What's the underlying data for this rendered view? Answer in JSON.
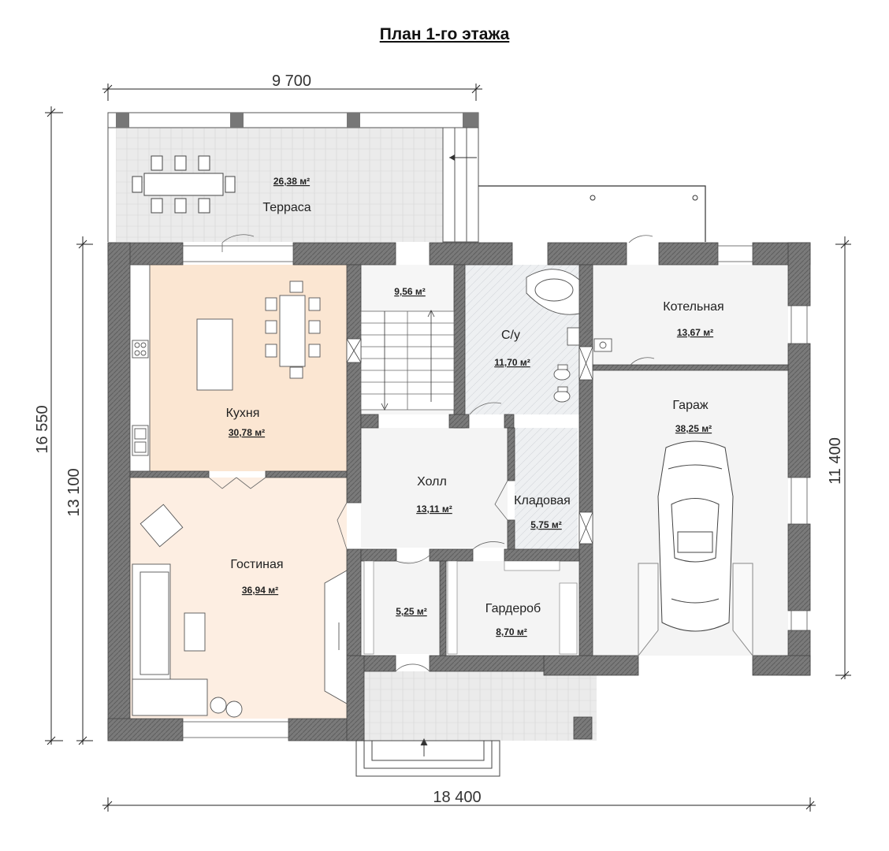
{
  "title": "План 1-го этажа",
  "dimensions": {
    "top_width": "9 700",
    "bottom_width": "18 400",
    "left_outer": "16 550",
    "left_inner": "13 100",
    "right": "11 400"
  },
  "rooms": {
    "terrace": {
      "name": "Терраса",
      "area": "26,38 м²"
    },
    "kitchen": {
      "name": "Кухня",
      "area": "30,78 м²"
    },
    "stairs": {
      "area": "9,56 м²"
    },
    "bathroom": {
      "name": "С/у",
      "area": "11,70 м²"
    },
    "boiler": {
      "name": "Котельная",
      "area": "13,67 м²"
    },
    "garage": {
      "name": "Гараж",
      "area": "38,25 м²"
    },
    "hall": {
      "name": "Холл",
      "area": "13,11 м²"
    },
    "storage": {
      "name": "Кладовая",
      "area": "5,75 м²"
    },
    "living": {
      "name": "Гостиная",
      "area": "36,94 м²"
    },
    "vestibule": {
      "area": "5,25 м²"
    },
    "wardrobe": {
      "name": "Гардероб",
      "area": "8,70 м²"
    }
  },
  "colors": {
    "wall": "#6e6e6e",
    "kitchen_fill": "#fbe6d2",
    "living_fill": "#fdeee2",
    "floor": "#f1f1f1",
    "terrace": "#e4e4e4"
  }
}
